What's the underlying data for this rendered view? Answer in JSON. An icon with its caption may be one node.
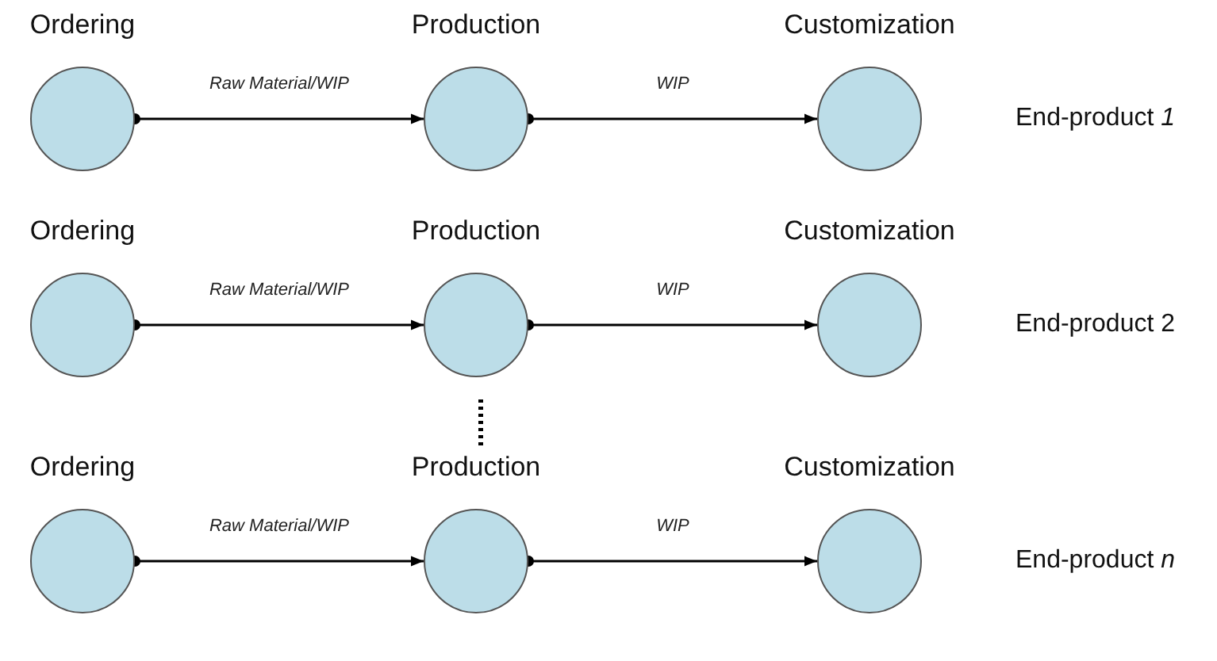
{
  "diagram": {
    "nodes": [
      {
        "text": [
          "Ordering"
        ]
      },
      {
        "text": [
          "Production"
        ]
      },
      {
        "text": [
          "Customization"
        ]
      },
      {
        "text": [
          "Ordering"
        ]
      },
      {
        "text": [
          "Production"
        ]
      },
      {
        "text": [
          "Customization"
        ]
      },
      {
        "text": [
          "Ordering"
        ]
      },
      {
        "text": [
          "Production"
        ]
      },
      {
        "text": [
          "Customization"
        ]
      }
    ],
    "edges": [
      {
        "from": 0,
        "to": 1,
        "arrow": "to",
        "label": "Raw Material/WIP"
      },
      {
        "from": 1,
        "to": 2,
        "arrow": "to",
        "label": "WIP"
      },
      {
        "from": 3,
        "to": 4,
        "arrow": "to",
        "label": "Raw Material/WIP"
      },
      {
        "from": 4,
        "to": 5,
        "arrow": "to",
        "label": "WIP"
      },
      {
        "from": 6,
        "to": 7,
        "arrow": "to",
        "label": "Raw Material/WIP"
      },
      {
        "from": 7,
        "to": 8,
        "arrow": "to",
        "label": "WIP"
      }
    ],
    "labels": [
      "End-product *1*",
      "End-product 2",
      "End-product *n*"
    ]
  }
}
